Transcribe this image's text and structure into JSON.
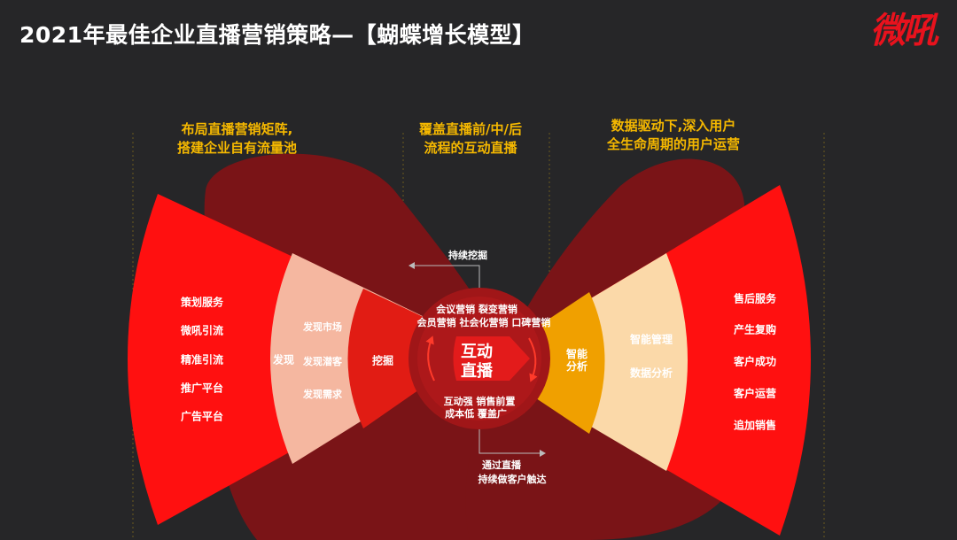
{
  "header": {
    "title": "2021年最佳企业直播营销策略—【蝴蝶增长模型】",
    "logo_text": "微吼",
    "logo_color": "#e8121d"
  },
  "headings": {
    "left": [
      "布局直播营销矩阵,",
      "搭建企业自有流量池"
    ],
    "center": [
      "覆盖直播前/中/后",
      "流程的互动直播"
    ],
    "right": [
      "数据驱动下,深入用户",
      "全生命周期的用户运营"
    ]
  },
  "left_wing": {
    "outer_items": [
      "策划服务",
      "微吼引流",
      "精准引流",
      "推广平台",
      "广告平台"
    ],
    "middle_label": "发现",
    "middle_items": [
      "发现市场",
      "发现潜客",
      "发现需求"
    ],
    "inner_label": "挖掘"
  },
  "center": {
    "top_flow_label": "持续挖掘",
    "top_row_1": "会议营销  裂变营销",
    "top_row_2": "会员营销  社会化营销  口碑营销",
    "core_line_1": "互动",
    "core_line_2": "直播",
    "bottom_row_1": "互动强  销售前置",
    "bottom_row_2": "成本低  覆盖广",
    "bottom_flow_line_1": "通过直播",
    "bottom_flow_line_2": "持续做客户触达"
  },
  "right_wing": {
    "inner_line_1": "智能",
    "inner_line_2": "分析",
    "middle_items": [
      "智能管理",
      "数据分析"
    ],
    "outer_items": [
      "售后服务",
      "产生复购",
      "客户成功",
      "客户运营",
      "追加销售"
    ]
  },
  "colors": {
    "background": "#262628",
    "accent_yellow": "#f5b800",
    "outer_red": "#ff1010",
    "left_middle_salmon": "#f5b7a0",
    "right_middle_peach": "#fbd9a9",
    "left_inner_red": "#e11c14",
    "right_inner_orange": "#f0a000",
    "core_red": "#e31b1b",
    "dark_red": "#7a1417"
  }
}
